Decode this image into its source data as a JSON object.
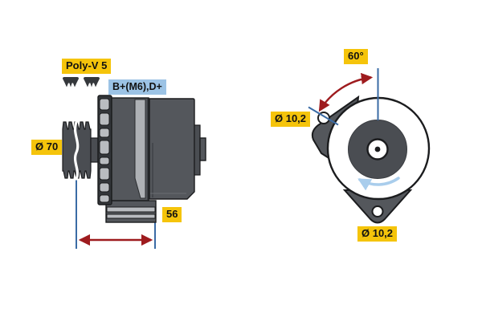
{
  "page": {
    "background": "#ffffff"
  },
  "drawing": {
    "type": "technical-diagram",
    "subject": "alternator-two-view-drawing",
    "side_view": {
      "belt_label": "Poly-V 5",
      "terminal_label": "B+(M6),D+",
      "pulley_diameter_label": "Ø 70",
      "width_dimension_label": "56"
    },
    "front_view": {
      "angle_label": "60°",
      "upper_hole_label": "Ø 10,2",
      "lower_hole_label": "Ø 10,2"
    }
  },
  "colors": {
    "page_bg": "#ffffff",
    "label_yellow": "#F5C40B",
    "label_blue": "#9CC3E5",
    "label_text": "#111111",
    "body_gray": "#54575C",
    "pulley_gray": "#4A4D52",
    "rib_gray": "#B9BCC0",
    "wedge_gray": "#AEB1B5",
    "outline": "#1B1C1E",
    "dim_red": "#9E1B1E",
    "dim_blue": "#3A6BA5",
    "rotation_blue": "#A9CDEC"
  },
  "icons": {
    "belt_profile": "belt-profile-icon"
  }
}
